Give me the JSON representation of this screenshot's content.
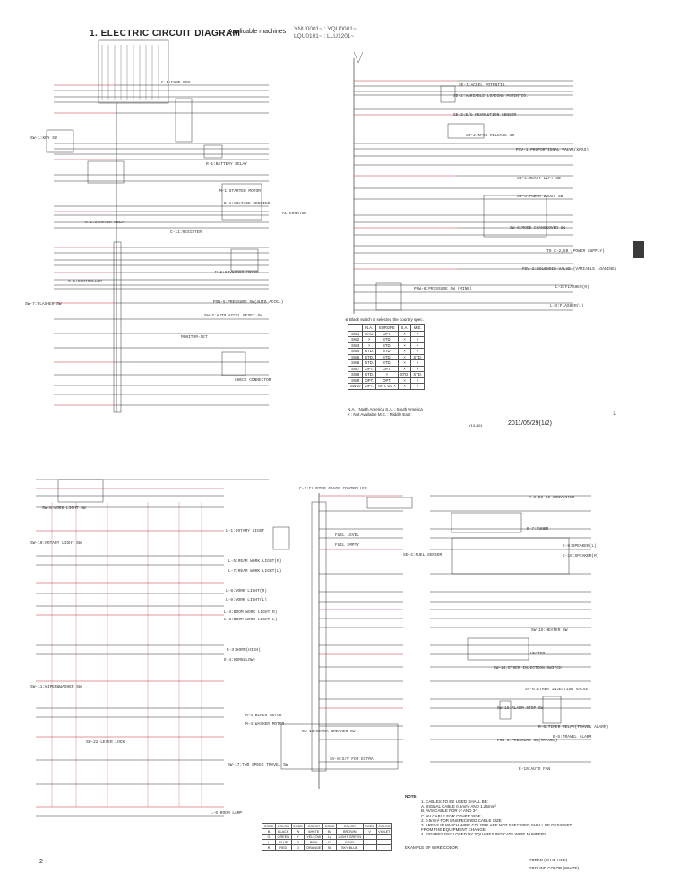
{
  "header": {
    "title": "1.  ELECTRIC CIRCUIT DIAGRAM",
    "applicable": "Applicable machines",
    "machines_line1": "YNU0001~ : YQU0001~",
    "machines_line2": "LQU0101~ : LLU1201~"
  },
  "top_labels": [
    "SE-1:ACCEL POTENTIO.",
    "SE-2:VARIABLE LOADING POTENTIO.",
    "SE-3:E/G REVOLUTION SENSOR",
    "SW-2:KPSS RELEASE SW",
    "PSV-1:PROPORTIONAL VALVE(KPSS)",
    "SW-4:HEAVY LIFT SW",
    "SW-5:POWER BOOST SW",
    "SW-6:MODE CHANGEOVER SW",
    "TO C-2,50 (POWER SUPPLY)",
    "PSV-2:SOLENOID VALVE (VARIABLE LOADING)",
    "PSW-6:PRESSURE SW (MINE)",
    "L-2:FLASHER(R)",
    "L-3:FLASHER(L)",
    "C-1:CONTROLLER",
    "R-1:BATTERY RELAY",
    "M-1:STARTER MOTOR",
    "D-4:VOLTAGE SENSING",
    "ALTERNATOR",
    "R-2:STARTER RELAY",
    "C-11:RESISTER",
    "SW-1:KEY SW",
    "F-1:FUSE BOX",
    "M-2:GOVERNOR MOTOR",
    "PSW-5:PRESSURE SW(AUTO ACCEL)",
    "SW-3:AUTO ACCEL RESET SW",
    "SW-7:FLASHER SW",
    "CHECK CONNECTOR",
    "MONITOR-SET"
  ],
  "spec_table": {
    "caption": "※ Black switch is selected the country spec.",
    "headers": [
      "",
      "N.A.",
      "EUROPE",
      "S.A.",
      "M.E."
    ],
    "rows": [
      [
        "SW1",
        "STD",
        "OPT.",
        "×",
        "×"
      ],
      [
        "SW2",
        "×",
        "STD.",
        "×",
        "×"
      ],
      [
        "SW3",
        "×",
        "STD.",
        "×",
        "×"
      ],
      [
        "SW4",
        "STD.",
        "STD.",
        "×",
        "×"
      ],
      [
        "SW5",
        "STD.",
        "STD.",
        "×",
        "STD."
      ],
      [
        "SW6",
        "STD.",
        "STD.",
        "×",
        "×"
      ],
      [
        "SW7",
        "OPT.",
        "OPT.",
        "×",
        "×"
      ],
      [
        "SW8",
        "STD.",
        "×",
        "STD.",
        "STD."
      ],
      [
        "SW9",
        "OPT.",
        "OPT.",
        "×",
        "×"
      ],
      [
        "SW10",
        "OPT.",
        "OPT. UK ×",
        "×",
        "×"
      ]
    ],
    "legend1": "N.A. : North America   S.A. : South America",
    "legend2": "×  : Not Available   M.E. : Middle East"
  },
  "bottom_labels": [
    "C-2:CLUSTER GAUGE CONTROLLER",
    "SW-8:WORK LIGHT SW",
    "SW-10:ROTARY LIGHT SW",
    "L-1:ROTARY LIGHT",
    "L-5:REAR WORK LIGHT(R)",
    "L-7:REAR WORK LIGHT(L)",
    "L-8:WORK LIGHT(R)",
    "L-9:WORK LIGHT(L)",
    "L-4:BOOM WORK LIGHT(R)",
    "L-3:BOOM WORK LIGHT(L)",
    "E-3:HORN(HIGH)",
    "E-4:HORN(LOW)",
    "SW-11:WIPER&WASHER SW",
    "M-3:WIPER MOTOR",
    "M-4:WASHER MOTOR",
    "SW-22:LEVER LOCK",
    "SW-17:TWO SPEED TRAVEL SW",
    "L-6:ROOM LAMP",
    "R-3:DC-DC CONVERTER",
    "E-7:TUNER",
    "E-9:SPEAKER(L)",
    "E-10:SPEAKER(R)",
    "FUEL LEVEL",
    "FUEL EMPTY",
    "SE-4:FUEL SENSOR",
    "HEATER",
    "SW-15:HEATER SW",
    "SW-14:ETHER INJECTION SWITCH",
    "SV-6:ETHER INJECTION VALVE",
    "SW-16:ALARM STOP SW",
    "R-6:TIMER RELAY(TRAVEL ALARM)",
    "PSW-3:PRESSURE SW(TRAVEL)",
    "E-6:TRAVEL ALARM",
    "E-10:AUTO FAN",
    "SW-16:EXTRA BREAKER SW",
    "SV-8:S/V FOR EXTRA"
  ],
  "notes": {
    "title": "NOTE:",
    "items": [
      "1. CABLES TO BE USED SHALL BE:",
      "   A. SIGNAL CABLE 0.5mm² AND 1.25mm²",
      "   B. AVS CABLE FOR 2² AND 3²",
      "   C. AV CABLE FOR OTHER SIDE",
      "2. 0.5mm² FOR UNSPECIFIED CABLE SIZE",
      "3. AREAS IN WHICH WIRE COLORS ARE NOT SPECIFIED SHALL BE DESIGNED",
      "   FROM THE EQUIPMENT CHANGE.",
      "4. FIGURES ENCLOSED BY SQUARES INDICATE WIRE NUMBERS."
    ],
    "example": "EXAMPLE OF WIRE COLOR",
    "ex_line1": "GREEN (BLUE LINE)",
    "ex_line2": "GROUND COLOR (WHITE)"
  },
  "wire_colors": {
    "headers": [
      "CODE",
      "COLOR",
      "CODE",
      "COLOR",
      "CODE",
      "COLOR",
      "CODE",
      "COLOR"
    ],
    "rows": [
      [
        "B",
        "BLACK",
        "W",
        "WHITE",
        "Br",
        "BROWN",
        "V",
        "VIOLET"
      ],
      [
        "G",
        "GREEN",
        "Y",
        "YELLOW",
        "Lg",
        "LIGHT GREEN",
        "",
        ""
      ],
      [
        "L",
        "BLUE",
        "P",
        "PINK",
        "Gr",
        "GRAY",
        "",
        ""
      ],
      [
        "R",
        "RED",
        "O",
        "ORANGE",
        "Sb",
        "SKY BLUE",
        "",
        ""
      ]
    ]
  },
  "page_numbers": {
    "bottom_left": "2",
    "right": "1"
  },
  "stamp": "2011/05/29(1/2)",
  "ref": "Y13-B01",
  "accent_red": "#c0303a",
  "line_color": "#333333"
}
